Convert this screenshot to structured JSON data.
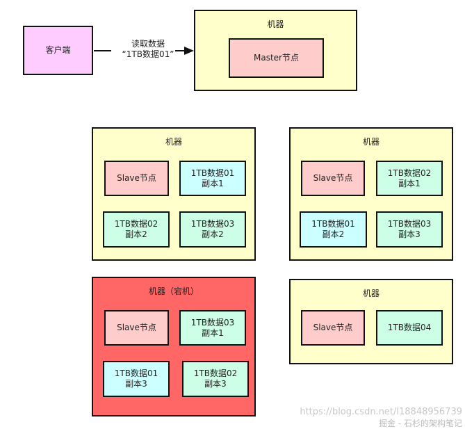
{
  "client": {
    "label": "客户端"
  },
  "request": {
    "line1": "读取数据",
    "line2": "“1TB数据01”"
  },
  "master_machine": {
    "title": "机器",
    "node_label": "Master节点"
  },
  "machines": [
    {
      "title": "机器",
      "down": false,
      "slave": "Slave节点",
      "replicas": [
        {
          "name": "1TB数据01",
          "replica": "副本1",
          "color": "#ccffff"
        },
        {
          "name": "1TB数据02",
          "replica": "副本2",
          "color": "#ccffe6"
        },
        {
          "name": "1TB数据03",
          "replica": "副本2",
          "color": "#ccffe6"
        }
      ]
    },
    {
      "title": "机器",
      "down": false,
      "slave": "Slave节点",
      "replicas": [
        {
          "name": "1TB数据02",
          "replica": "副本1",
          "color": "#ccffe6"
        },
        {
          "name": "1TB数据01",
          "replica": "副本2",
          "color": "#ccffff"
        },
        {
          "name": "1TB数据03",
          "replica": "副本3",
          "color": "#ccffe6"
        }
      ]
    },
    {
      "title": "机器（宕机）",
      "down": true,
      "slave": "Slave节点",
      "replicas": [
        {
          "name": "1TB数据03",
          "replica": "副本1",
          "color": "#ccffe6"
        },
        {
          "name": "1TB数据01",
          "replica": "副本3",
          "color": "#ccffff"
        },
        {
          "name": "1TB数据02",
          "replica": "副本3",
          "color": "#ccffe6"
        }
      ]
    },
    {
      "title": "机器",
      "down": false,
      "slave": "Slave节点",
      "replicas": [
        {
          "name": "1TB数据04",
          "replica": "",
          "color": "#ccffe6"
        }
      ]
    }
  ],
  "watermark": {
    "url": "https://blog.csdn.net/l18848956739",
    "source": "掘金 - 石杉的架构笔记"
  }
}
